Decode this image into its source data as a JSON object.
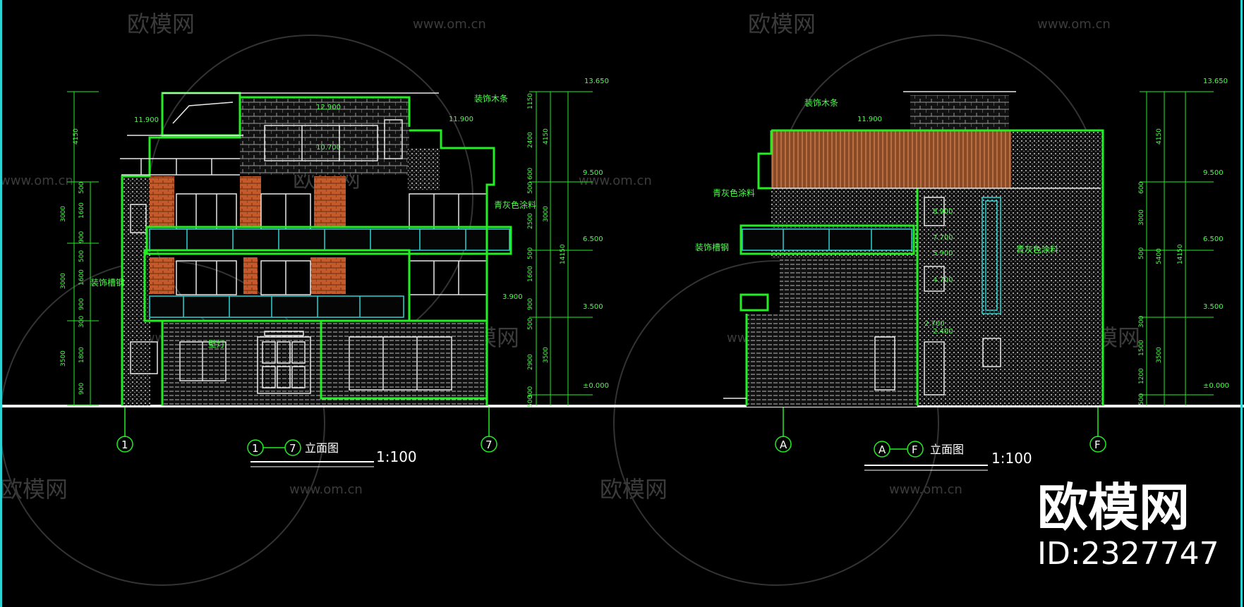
{
  "colors": {
    "bg": "#000000",
    "outline": "#22ee22",
    "line": "#e8e8e8",
    "window": "#2ad4d4",
    "brick": "#c45a2a",
    "wood": "#b8663a",
    "text_green": "#4cff4c",
    "text_white": "#ffffff"
  },
  "watermark": {
    "logo": "欧模网",
    "url": "www.om.cn"
  },
  "brand": {
    "name": "欧模网",
    "id": "ID:2327747"
  },
  "left": {
    "axis_left": "1",
    "axis_right": "7",
    "title": "立面图",
    "scale": "1:100",
    "annotations": [
      "装饰木条",
      "青灰色涂料",
      "装饰槽钢",
      "壁灯"
    ],
    "levels": [
      "13.650",
      "11.900",
      "12.900",
      "10.700",
      "11.900",
      "9.500",
      "6.500",
      "3.900",
      "3.500",
      "±0.000"
    ],
    "dims_left": [
      "4150",
      "500",
      "3000",
      "1600",
      "900",
      "500",
      "3000",
      "1600",
      "900",
      "300",
      "3500",
      "1800",
      "900"
    ],
    "dims_right": [
      "1150",
      "2400",
      "4150",
      "600",
      "500",
      "2500",
      "500",
      "3000",
      "1600",
      "900",
      "500",
      "3500",
      "2900",
      "300",
      "500"
    ],
    "dims_total": "14150"
  },
  "right": {
    "axis_left": "A",
    "axis_right": "F",
    "title": "立面图",
    "scale": "1:100",
    "annotations": [
      "装饰木条",
      "青灰色涂料",
      "装饰槽钢",
      "青灰色涂料"
    ],
    "levels": [
      "13.650",
      "11.900",
      "9.500",
      "8.900",
      "7.700",
      "6.500",
      "5.900",
      "4.700",
      "3.500",
      "2.700",
      "2.400",
      "±0.000"
    ],
    "dims_right": [
      "4150",
      "600",
      "3000",
      "5400",
      "500",
      "300",
      "1500",
      "1200",
      "3500",
      "500"
    ],
    "dims_total": "14150"
  }
}
